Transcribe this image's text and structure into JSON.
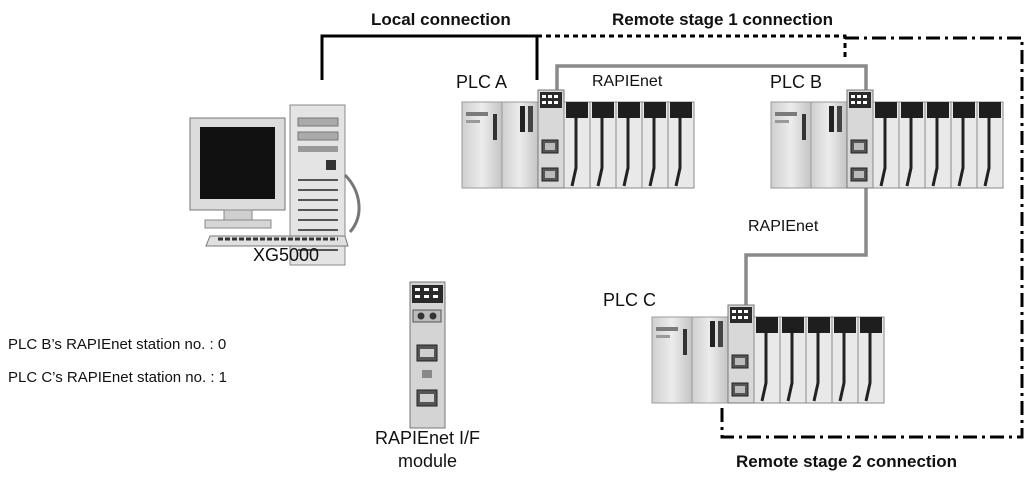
{
  "connections": {
    "local_label": "Local connection",
    "remote1_label": "Remote stage 1 connection",
    "remote2_label": "Remote stage 2 connection"
  },
  "pc": {
    "label": "XG5000"
  },
  "plcs": [
    {
      "id": "a",
      "name": "PLC A"
    },
    {
      "id": "b",
      "name": "PLC B"
    },
    {
      "id": "c",
      "name": "PLC C"
    }
  ],
  "links": {
    "ab_label": "RAPIEnet",
    "bc_label": "RAPIEnet"
  },
  "module": {
    "label_line1": "RAPIEnet I/F",
    "label_line2": "module"
  },
  "notes": [
    "PLC B’s RAPIEnet station no. : 0",
    "PLC C’s RAPIEnet station no. : 1"
  ],
  "colors": {
    "local_line": "#000000",
    "remote_line": "#000000",
    "network_line": "#8a8a8a",
    "plc_body": "#e2e2e2",
    "module_dark": "#2a2a2a"
  }
}
